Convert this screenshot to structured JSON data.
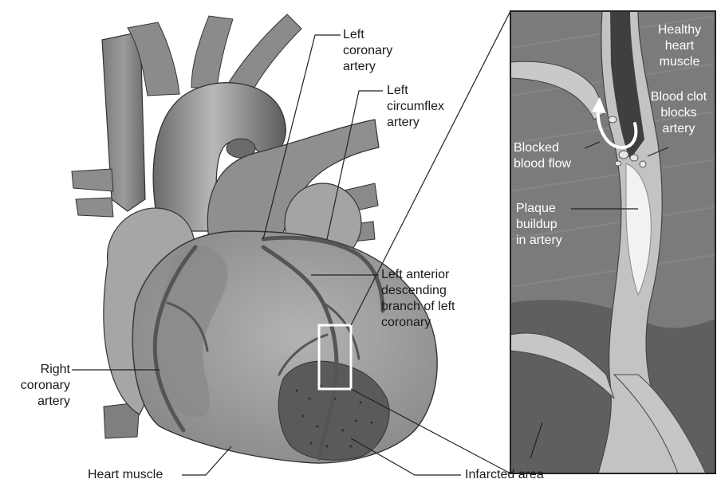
{
  "labels": {
    "left_coronary": [
      "Left",
      "coronary",
      "artery"
    ],
    "left_circumflex": [
      "Left",
      "circumflex",
      "artery"
    ],
    "lad": [
      "Left anterior",
      "descending",
      "branch of left",
      "coronary"
    ],
    "right_coronary": [
      "Right",
      "coronary",
      "artery"
    ],
    "heart_muscle": "Heart muscle",
    "infarcted_area": "Infarcted area",
    "healthy_muscle": [
      "Healthy",
      "heart",
      "muscle"
    ],
    "blood_clot": [
      "Blood clot",
      "blocks",
      "artery"
    ],
    "blocked_flow": [
      "Blocked",
      "blood flow"
    ],
    "plaque": [
      "Plaque",
      "buildup",
      "in artery"
    ]
  },
  "colors": {
    "heart_fill": "#9a9a9a",
    "heart_dark": "#6e6e6e",
    "vessel_fill": "#8a8a8a",
    "inset_bg": "#6f6f6f",
    "artery_wall": "#bdbdbd",
    "plaque": "#f2f2f2",
    "leader_line": "#222222"
  }
}
